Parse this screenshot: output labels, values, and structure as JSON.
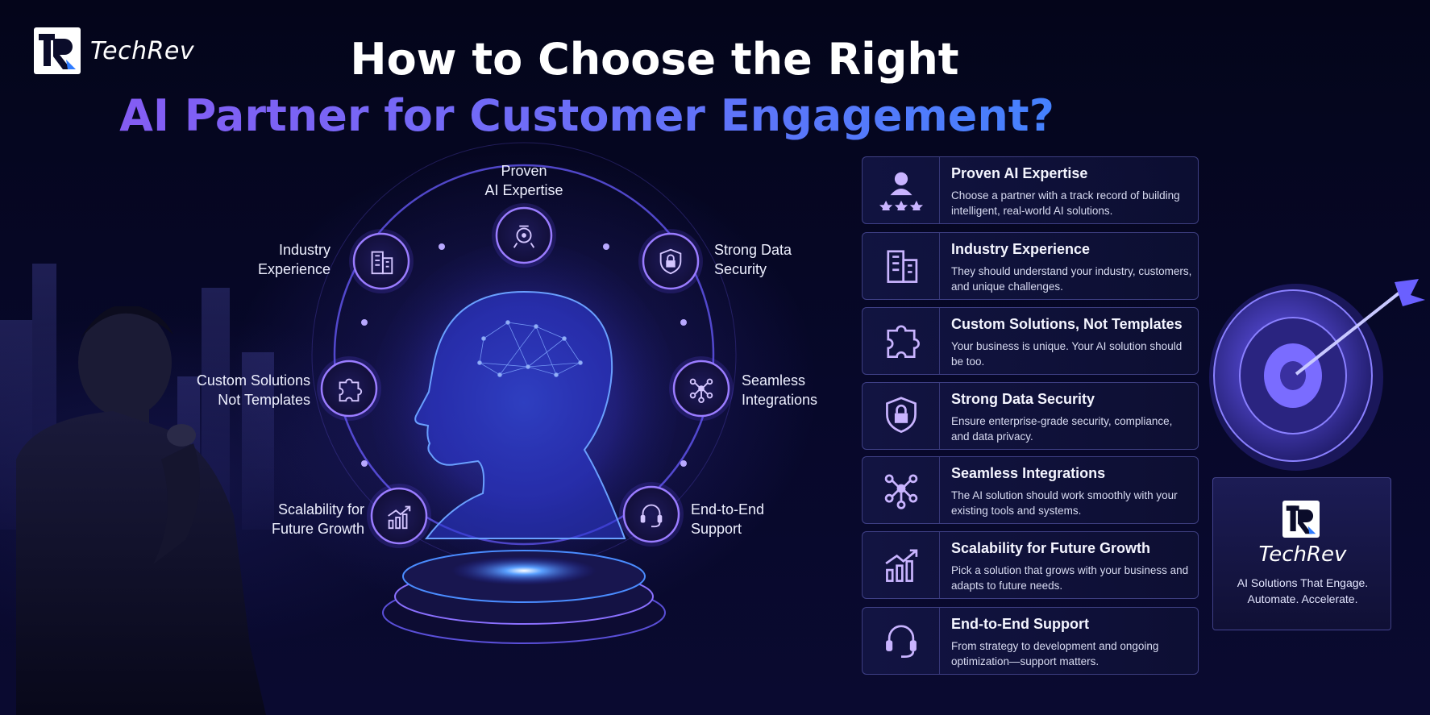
{
  "brand": {
    "name": "TechRev",
    "tagline": "AI Solutions That Engage. Automate. Accelerate."
  },
  "title": {
    "line1": "How to Choose the Right",
    "line2": "AI Partner for Customer Engagement?"
  },
  "wheel": {
    "nodes": [
      {
        "label_line1": "Proven",
        "label_line2": "AI Expertise",
        "icon": "ai-expertise-icon"
      },
      {
        "label_line1": "Strong Data",
        "label_line2": "Security",
        "icon": "shield-lock-icon"
      },
      {
        "label_line1": "Seamless",
        "label_line2": "Integrations",
        "icon": "integration-icon"
      },
      {
        "label_line1": "End-to-End",
        "label_line2": "Support",
        "icon": "headset-icon"
      },
      {
        "label_line1": "Scalability for",
        "label_line2": "Future Growth",
        "icon": "growth-chart-icon"
      },
      {
        "label_line1": "Custom Solutions",
        "label_line2": "Not Templates",
        "icon": "puzzle-icon"
      },
      {
        "label_line1": "Industry",
        "label_line2": "Experience",
        "icon": "building-icon"
      }
    ]
  },
  "cards": [
    {
      "title": "Proven AI Expertise",
      "desc": "Choose a partner with a track record of building intelligent, real-world AI solutions.",
      "icon": "expert-stars-icon"
    },
    {
      "title": "Industry Experience",
      "desc": "They should understand your industry, customers, and unique challenges.",
      "icon": "building-icon"
    },
    {
      "title": "Custom Solutions, Not Templates",
      "desc": "Your business is unique. Your AI solution should be too.",
      "icon": "puzzle-icon"
    },
    {
      "title": "Strong Data Security",
      "desc": "Ensure enterprise-grade security, compliance, and data privacy.",
      "icon": "shield-lock-icon"
    },
    {
      "title": "Seamless Integrations",
      "desc": "The AI solution should work smoothly with your existing tools and systems.",
      "icon": "integration-icon"
    },
    {
      "title": "Scalability for Future Growth",
      "desc": "Pick a solution that grows with your business and adapts to future needs.",
      "icon": "growth-chart-icon"
    },
    {
      "title": "End-to-End Support",
      "desc": "From strategy to development and ongoing optimization—support matters.",
      "icon": "headset-icon"
    }
  ],
  "colors": {
    "accent_purple": "#8a58f2",
    "accent_blue": "#3b86ff",
    "background": "#05061a"
  }
}
